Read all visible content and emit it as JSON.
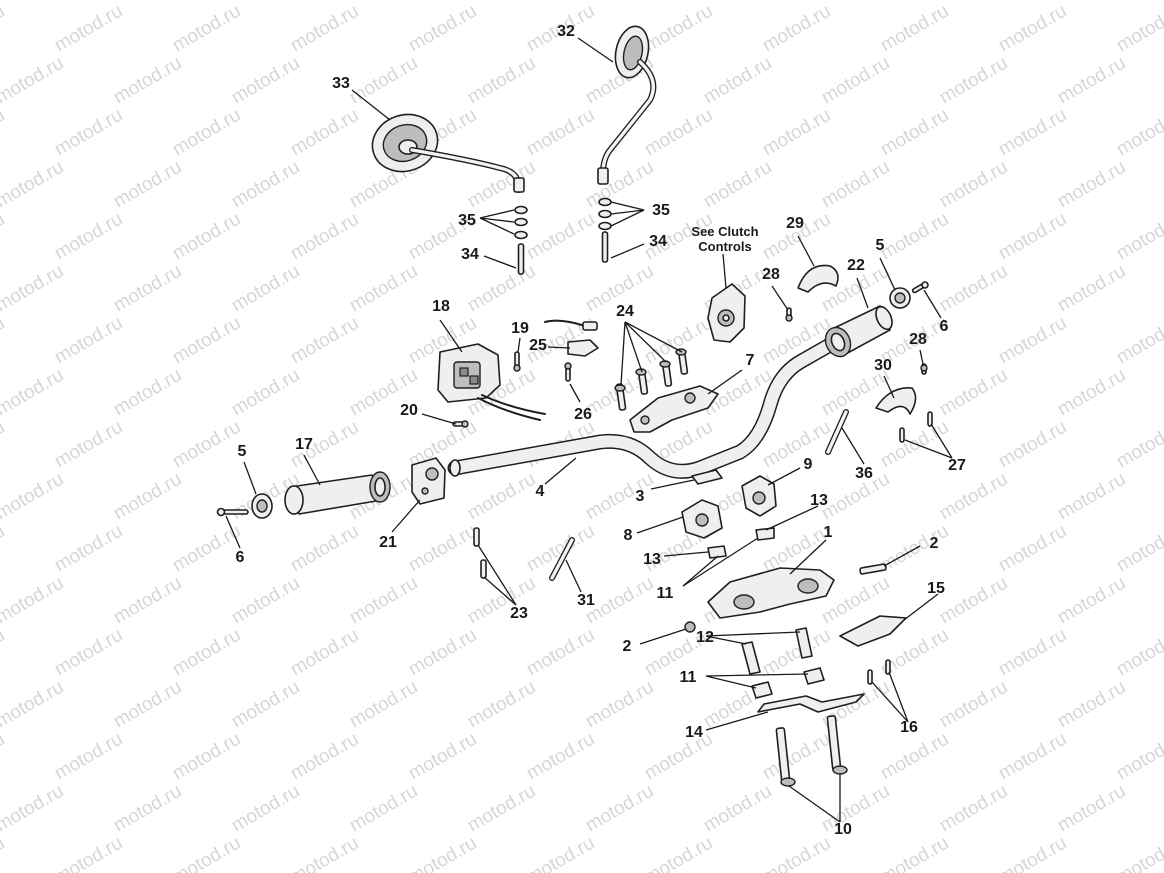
{
  "watermark": {
    "text": "motod.ru"
  },
  "note": {
    "line1": "See Clutch",
    "line2": "Controls"
  },
  "callouts": {
    "c1": "1",
    "c2_upper": "2",
    "c2_lower": "2",
    "c3": "3",
    "c4": "4",
    "c5_left": "5",
    "c5_right": "5",
    "c6_left": "6",
    "c6_right": "6",
    "c7": "7",
    "c8": "8",
    "c9": "9",
    "c10": "10",
    "c11_upper": "11",
    "c11_lower": "11",
    "c12": "12",
    "c13_upper": "13",
    "c13_lower": "13",
    "c14": "14",
    "c15": "15",
    "c16": "16",
    "c17": "17",
    "c18": "18",
    "c19": "19",
    "c20": "20",
    "c21": "21",
    "c22": "22",
    "c23": "23",
    "c24": "24",
    "c25": "25",
    "c26": "26",
    "c27": "27",
    "c28_upper": "28",
    "c28_lower": "28",
    "c29": "29",
    "c30": "30",
    "c31": "31",
    "c32": "32",
    "c33": "33",
    "c34_left": "34",
    "c34_right": "34",
    "c35_left": "35",
    "c35_right": "35",
    "c36": "36"
  },
  "colors": {
    "line": "#1f1f1f",
    "part_fill": "#efefef",
    "watermark": "#b4b4b4"
  }
}
